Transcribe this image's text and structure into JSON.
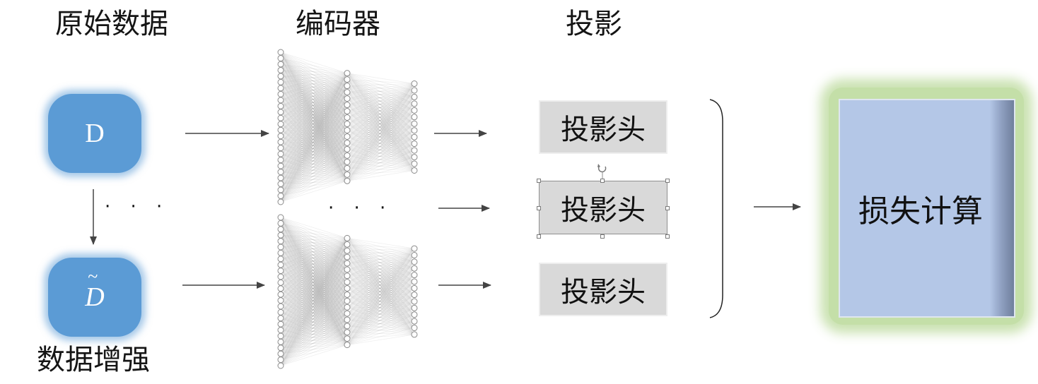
{
  "headers": {
    "raw_data": "原始数据",
    "encoder": "编码器",
    "projection": "投影"
  },
  "augmentation_label": "数据增强",
  "data_nodes": {
    "original": "D",
    "augmented": "D",
    "augmented_tilde": "~"
  },
  "ellipsis": "· · ·",
  "projection_heads": [
    "投影头",
    "投影头",
    "投影头"
  ],
  "loss_box": "损失计算",
  "colors": {
    "data_box": "#5b9bd5",
    "head_box": "#d9d9d9",
    "loss_fill": "#b4c7e7",
    "loss_glow": "#c4dfa8",
    "arrow": "#444444"
  }
}
